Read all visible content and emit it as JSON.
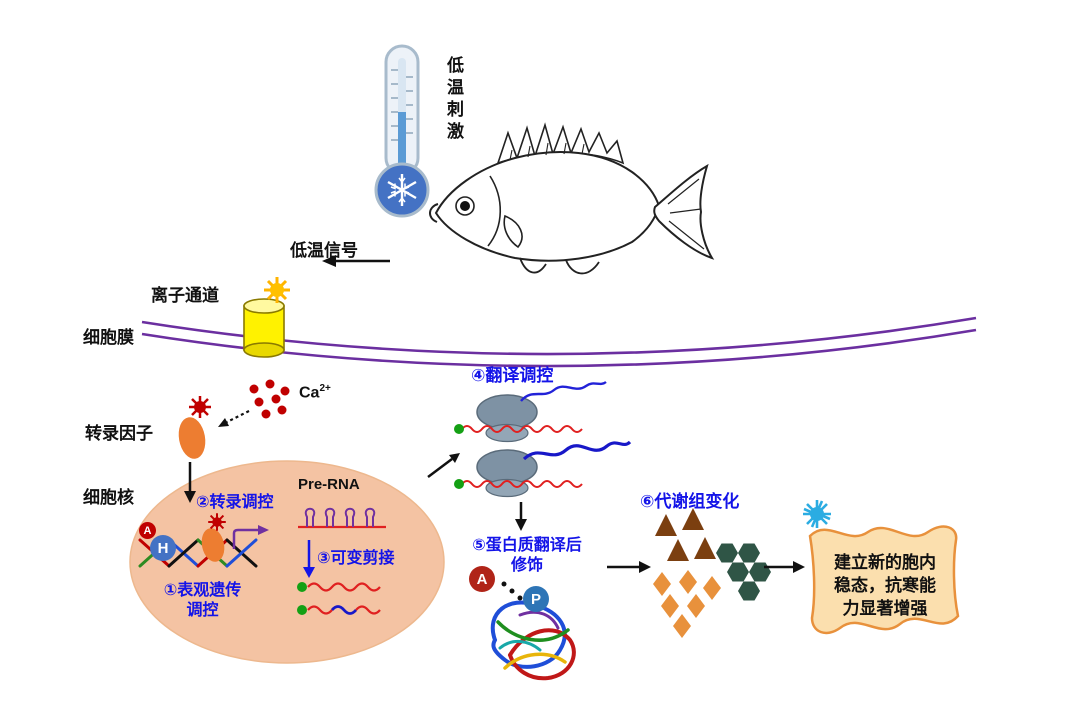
{
  "stimulus": {
    "thermometer_label": "低温刺激",
    "signal_label": "低温信号"
  },
  "membrane": {
    "channel_label": "离子通道",
    "membrane_label": "细胞膜",
    "calcium_base": "Ca",
    "calcium_sup": "2+",
    "tf_label": "转录因子"
  },
  "nucleus": {
    "label": "细胞核",
    "step_epigenetic_line1": "①表观遗传",
    "step_epigenetic_line2": "调控",
    "step_transcription": "②转录调控",
    "pre_rna": "Pre-RNA",
    "step_splicing": "③可变剪接",
    "mark_a": "A",
    "mark_h": "H"
  },
  "translation": {
    "step": "④翻译调控"
  },
  "ptm": {
    "step_line1": "⑤蛋白质翻译后",
    "step_line2": "修饰",
    "mark_a": "A",
    "mark_p": "P"
  },
  "metabolome": {
    "step": "⑥代谢组变化"
  },
  "outcome": {
    "line1": "建立新的胞内",
    "line2": "稳态，抗寒能",
    "line3": "力显著增强"
  },
  "colors": {
    "step_text_blue": "#1414E8",
    "membrane_purple": "#6B2FA0",
    "nucleus_fill": "#F4C3A3",
    "channel_yellow": "#FFF200",
    "calcium_red": "#C00000",
    "tf_orange": "#ED7D31",
    "scroll_fill": "#FBDFAE",
    "scroll_border": "#E8913C",
    "burst_orange": "#FFC000",
    "burst_blue": "#2BACE2",
    "triangle_brown": "#7B3F10",
    "hexagon_green": "#2F5546",
    "diamond_orange": "#E8913C"
  }
}
